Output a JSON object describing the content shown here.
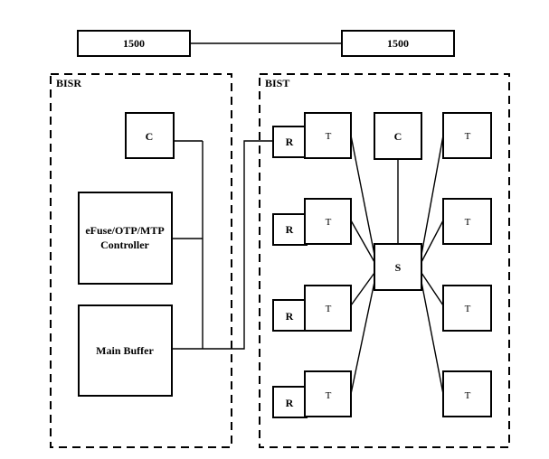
{
  "top": {
    "left_label": "1500",
    "right_label": "1500"
  },
  "bisr": {
    "title": "BISR",
    "c_label": "C",
    "controller_line1": "eFuse/OTP/MTP",
    "controller_line2": "Controller",
    "buffer_label": "Main Buffer"
  },
  "bist": {
    "title": "BIST",
    "r_labels": [
      "R",
      "R",
      "R",
      "R"
    ],
    "t_left_labels": [
      "T",
      "T",
      "T",
      "T"
    ],
    "t_right_labels": [
      "T",
      "T",
      "T",
      "T"
    ],
    "c_label": "C",
    "s_label": "S"
  }
}
